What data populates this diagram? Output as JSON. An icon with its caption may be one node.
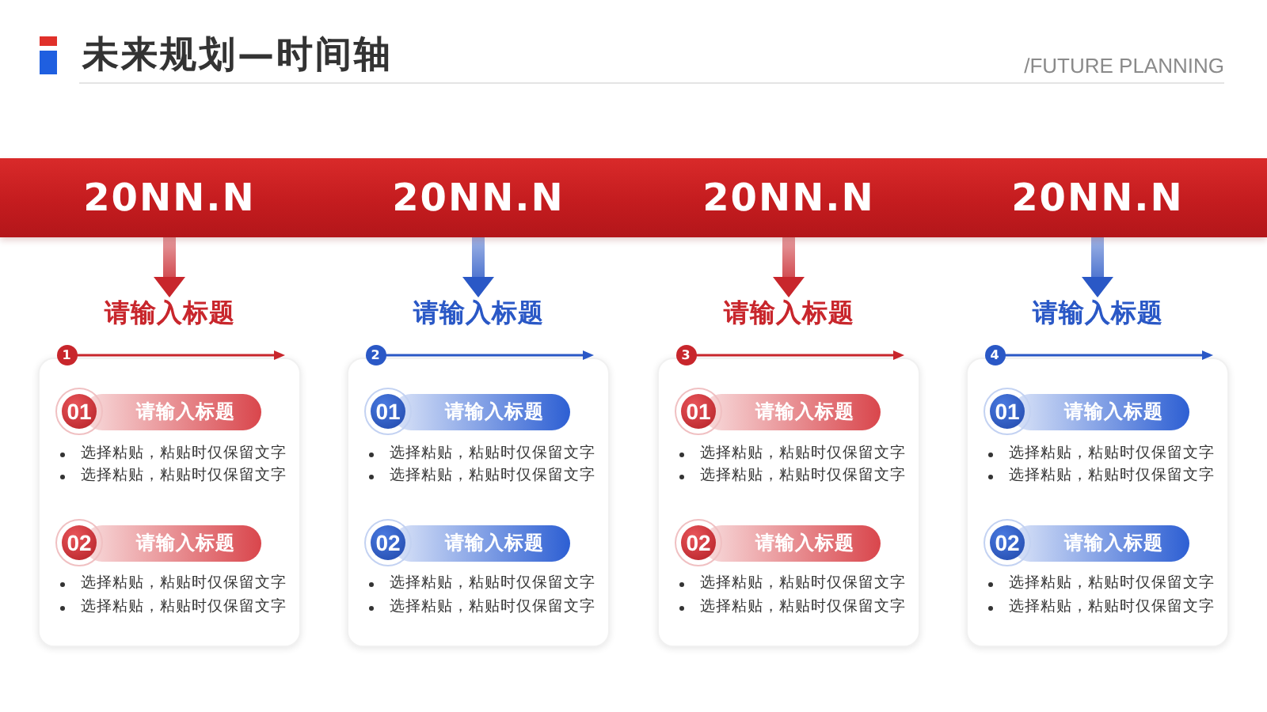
{
  "diagram": {
    "title": "未来规划—时间轴",
    "nodes": [
      {
        "text": [],
        "shape": "bar"
      },
      {
        "text": [
          "20NN.N"
        ],
        "in": 0
      },
      {
        "text": [
          "20NN.N"
        ],
        "in": 0
      },
      {
        "text": [
          "20NN.N"
        ],
        "in": 0
      },
      {
        "text": [
          "20NN.N"
        ],
        "in": 0
      },
      {
        "text": [
          "请输入标题"
        ]
      },
      {
        "text": [
          "1"
        ]
      },
      {
        "text": [],
        "shape": "box"
      },
      {
        "text": [
          "01"
        ],
        "in": 7
      },
      {
        "text": [
          "请输入标题"
        ],
        "in": 7
      },
      {
        "text": [
          "02"
        ],
        "in": 7
      },
      {
        "text": [
          "请输入标题"
        ],
        "in": 7
      },
      {
        "text": [
          "请输入标题"
        ]
      },
      {
        "text": [
          "2"
        ]
      },
      {
        "text": [],
        "shape": "box"
      },
      {
        "text": [
          "01"
        ],
        "in": 14
      },
      {
        "text": [
          "请输入标题"
        ],
        "in": 14
      },
      {
        "text": [
          "02"
        ],
        "in": 14
      },
      {
        "text": [
          "请输入标题"
        ],
        "in": 14
      },
      {
        "text": [
          "请输入标题"
        ]
      },
      {
        "text": [
          "3"
        ]
      },
      {
        "text": [],
        "shape": "box"
      },
      {
        "text": [
          "01"
        ],
        "in": 21
      },
      {
        "text": [
          "请输入标题"
        ],
        "in": 21
      },
      {
        "text": [
          "02"
        ],
        "in": 21
      },
      {
        "text": [
          "请输入标题"
        ],
        "in": 21
      },
      {
        "text": [
          "请输入标题"
        ]
      },
      {
        "text": [
          "4"
        ]
      },
      {
        "text": [],
        "shape": "box"
      },
      {
        "text": [
          "01"
        ],
        "in": 28
      },
      {
        "text": [
          "请输入标题"
        ],
        "in": 28
      },
      {
        "text": [
          "02"
        ],
        "in": 28
      },
      {
        "text": [
          "请输入标题"
        ],
        "in": 28
      }
    ],
    "edges": [
      {
        "from": 0,
        "to": 5,
        "arrow": "to",
        "style": "thick",
        "color": "#c8262c"
      },
      {
        "from": 0,
        "to": 12,
        "arrow": "to",
        "style": "thick",
        "color": "#2a58c6"
      },
      {
        "from": 0,
        "to": 19,
        "arrow": "to",
        "style": "thick",
        "color": "#c8262c"
      },
      {
        "from": 0,
        "to": 26,
        "arrow": "to",
        "style": "thick",
        "color": "#2a58c6"
      },
      {
        "from": 6,
        "to": 7,
        "arrow": "to",
        "color": "#c8262c"
      },
      {
        "from": 13,
        "to": 14,
        "arrow": "to",
        "color": "#2a58c6"
      },
      {
        "from": 20,
        "to": 21,
        "arrow": "to",
        "color": "#c8262c"
      },
      {
        "from": 27,
        "to": 28,
        "arrow": "to",
        "color": "#2a58c6"
      }
    ],
    "labels": [
      "/FUTURE PLANNING",
      "选择粘贴，粘贴时仅保留文字",
      "选择粘贴，粘贴时仅保留文字",
      "选择粘贴，粘贴时仅保留文字",
      "选择粘贴，粘贴时仅保留文字",
      "选择粘贴，粘贴时仅保留文字",
      "选择粘贴，粘贴时仅保留文字",
      "选择粘贴，粘贴时仅保留文字",
      "选择粘贴，粘贴时仅保留文字",
      "选择粘贴，粘贴时仅保留文字",
      "选择粘贴，粘贴时仅保留文字",
      "选择粘贴，粘贴时仅保留文字",
      "选择粘贴，粘贴时仅保留文字",
      "选择粘贴，粘贴时仅保留文字",
      "选择粘贴，粘贴时仅保留文字",
      "选择粘贴，粘贴时仅保留文字",
      "选择粘贴，粘贴时仅保留文字"
    ]
  }
}
